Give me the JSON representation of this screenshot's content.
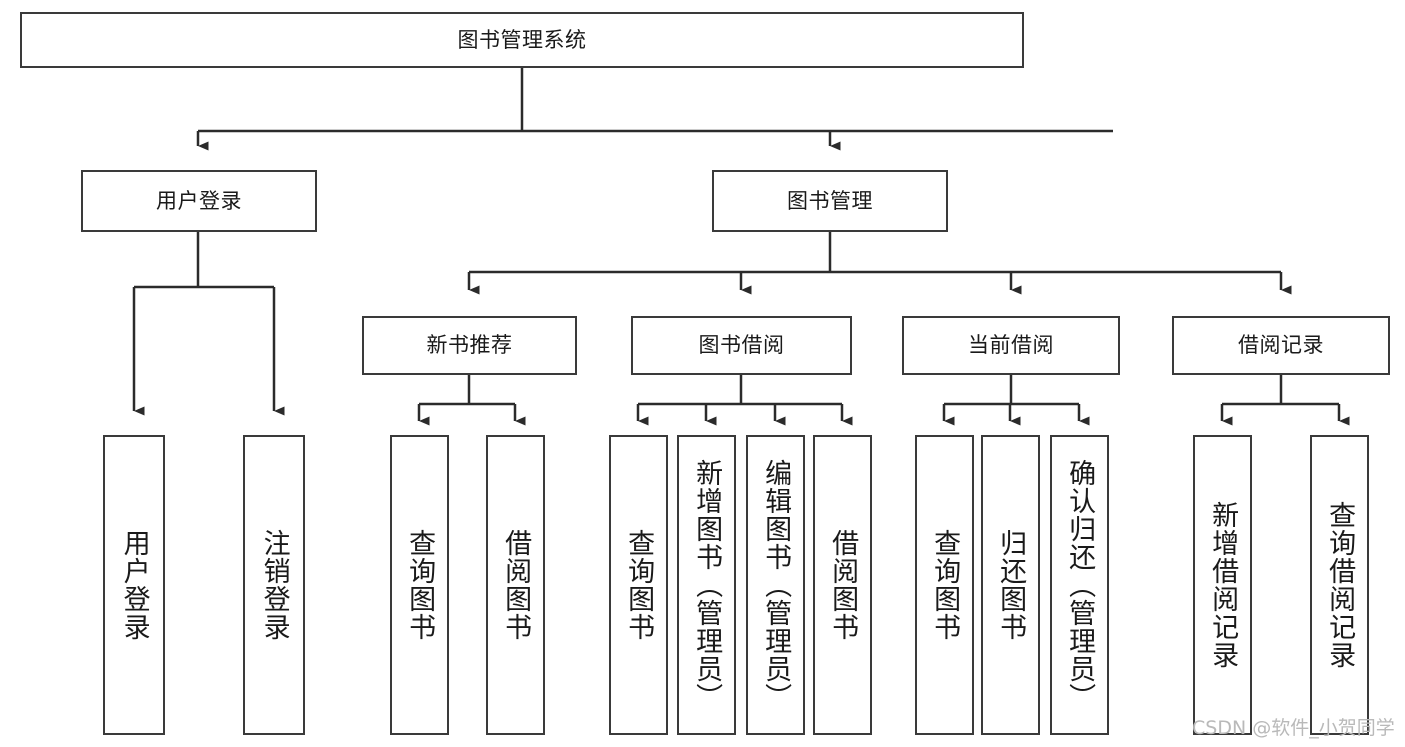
{
  "diagram": {
    "title": "图书管理系统",
    "type": "tree-hierarchy",
    "watermark": "CSDN @软件_小贺同学",
    "colors": {
      "box_border": "#3a3a3a",
      "box_fill": "#ffffff",
      "connector": "#2b2b2b",
      "text": "#1a1a1a",
      "watermark": "#b9b9b9",
      "background": "#ffffff"
    },
    "levels": {
      "level1": [
        {
          "id": "root",
          "label": "图书管理系统"
        }
      ],
      "level2": [
        {
          "id": "user-login",
          "label": "用户登录"
        },
        {
          "id": "book-manage",
          "label": "图书管理"
        }
      ],
      "level3": [
        {
          "id": "new-book-rec",
          "label": "新书推荐",
          "parent": "book-manage"
        },
        {
          "id": "book-borrow",
          "label": "图书借阅",
          "parent": "book-manage"
        },
        {
          "id": "current-borrow",
          "label": "当前借阅",
          "parent": "book-manage"
        },
        {
          "id": "borrow-record",
          "label": "借阅记录",
          "parent": "book-manage"
        }
      ],
      "leaves": [
        {
          "id": "leaf-user-login",
          "label": "用户登录",
          "parent": "user-login"
        },
        {
          "id": "leaf-user-logout",
          "label": "注销登录",
          "parent": "user-login"
        },
        {
          "id": "leaf-query-book-1",
          "label": "查询图书",
          "parent": "new-book-rec"
        },
        {
          "id": "leaf-borrow-book-1",
          "label": "借阅图书",
          "parent": "new-book-rec"
        },
        {
          "id": "leaf-query-book-2",
          "label": "查询图书",
          "parent": "book-borrow"
        },
        {
          "id": "leaf-add-book",
          "label": "新增图书（管理员）",
          "parent": "book-borrow"
        },
        {
          "id": "leaf-edit-book",
          "label": "编辑图书（管理员）",
          "parent": "book-borrow"
        },
        {
          "id": "leaf-borrow-book-2",
          "label": "借阅图书",
          "parent": "book-borrow"
        },
        {
          "id": "leaf-query-book-3",
          "label": "查询图书",
          "parent": "current-borrow"
        },
        {
          "id": "leaf-return-book",
          "label": "归还图书",
          "parent": "current-borrow"
        },
        {
          "id": "leaf-confirm-return",
          "label": "确认归还（管理员）",
          "parent": "current-borrow"
        },
        {
          "id": "leaf-add-record",
          "label": "新增借阅记录",
          "parent": "borrow-record"
        },
        {
          "id": "leaf-query-record",
          "label": "查询借阅记录",
          "parent": "borrow-record"
        }
      ]
    }
  }
}
